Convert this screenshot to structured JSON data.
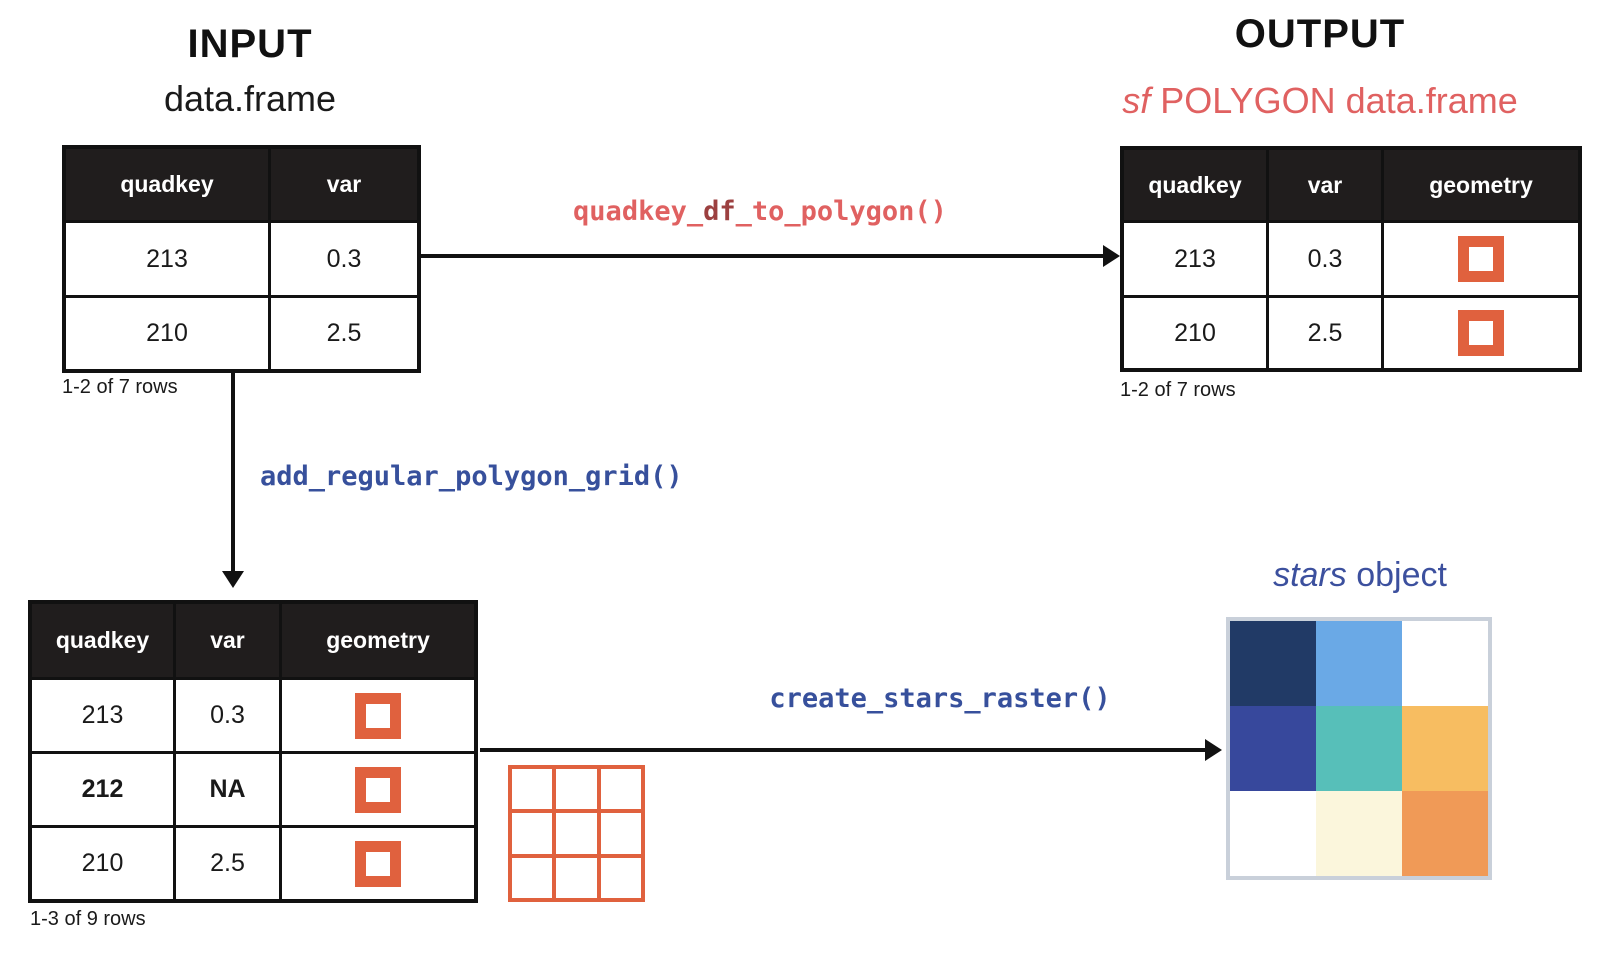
{
  "colors": {
    "salmon": "#e06161",
    "maroon_highlight": "#9c4040",
    "function_blue": "#37509c",
    "polygon_orange": "#e0613e",
    "table_header_bg": "#201d1d",
    "raster_frame": "#c9d0da"
  },
  "input": {
    "title": "INPUT",
    "subtitle": "data.frame",
    "table": {
      "headers": [
        "quadkey",
        "var"
      ],
      "rows": [
        [
          "213",
          "0.3"
        ],
        [
          "210",
          "2.5"
        ]
      ],
      "caption": "1-2 of 7 rows"
    }
  },
  "output": {
    "title": "OUTPUT",
    "subtitle_italic": "sf",
    "subtitle_rest": " POLYGON data.frame",
    "table": {
      "headers": [
        "quadkey",
        "var",
        "geometry"
      ],
      "rows": [
        [
          "213",
          "0.3"
        ],
        [
          "210",
          "2.5"
        ]
      ],
      "geometry_icon": "orange-square-polygon-icon",
      "caption": "1-2 of 7 rows"
    }
  },
  "functions": {
    "quadkey_df_to_polygon": {
      "pre": "quadkey_",
      "highlight": "df",
      "post": "_to_polygon()"
    },
    "add_regular_polygon_grid": {
      "label": "add_regular_polygon_grid()"
    },
    "create_stars_raster": {
      "label": "create_stars_raster()"
    }
  },
  "grid_table": {
    "headers": [
      "quadkey",
      "var",
      "geometry"
    ],
    "rows": [
      {
        "quadkey": "213",
        "var": "0.3"
      },
      {
        "quadkey": "212",
        "var": "NA"
      },
      {
        "quadkey": "210",
        "var": "2.5"
      }
    ],
    "geometry_icon": "orange-square-polygon-icon",
    "caption": "1-3 of 9 rows"
  },
  "stars": {
    "label_italic": "stars",
    "label_rest": " object",
    "raster_colors": [
      "#213a66",
      "#6aa9e6",
      "#ffffff",
      "#37489c",
      "#57bfb9",
      "#f7bd61",
      "#ffffff",
      "#fbf6dc",
      "#f09a57"
    ]
  }
}
